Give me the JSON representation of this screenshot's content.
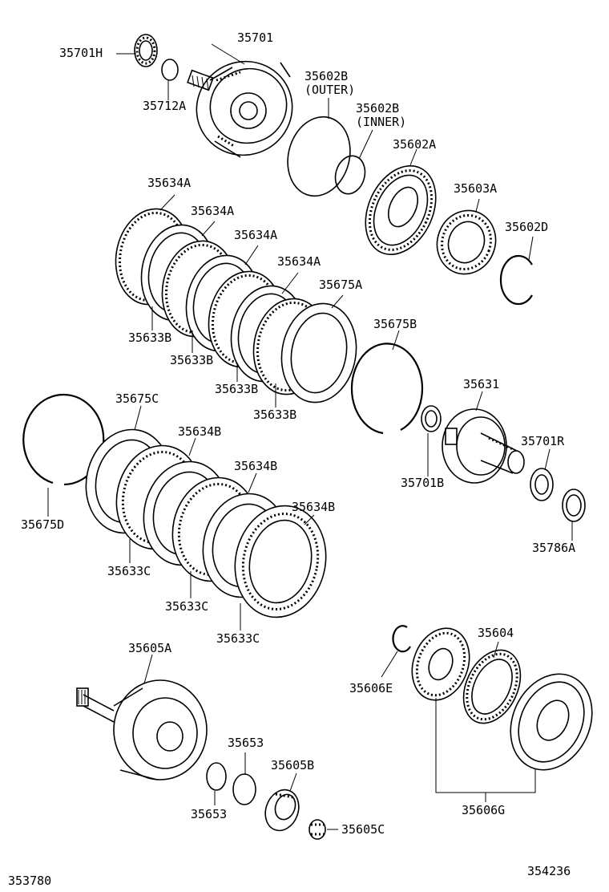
{
  "parts": [
    {
      "id": "35701H"
    },
    {
      "id": "35701"
    },
    {
      "id": "35712A"
    },
    {
      "id": "35602B",
      "note": "(OUTER)"
    },
    {
      "id": "35602B",
      "note": "(INNER)"
    },
    {
      "id": "35602A"
    },
    {
      "id": "35634A"
    },
    {
      "id": "35634A"
    },
    {
      "id": "35603A"
    },
    {
      "id": "35634A"
    },
    {
      "id": "35602D"
    },
    {
      "id": "35634A"
    },
    {
      "id": "35675A"
    },
    {
      "id": "35675B"
    },
    {
      "id": "35633B"
    },
    {
      "id": "35633B"
    },
    {
      "id": "35633B"
    },
    {
      "id": "35633B"
    },
    {
      "id": "35631"
    },
    {
      "id": "35675C"
    },
    {
      "id": "35634B"
    },
    {
      "id": "35701R"
    },
    {
      "id": "35701B"
    },
    {
      "id": "35634B"
    },
    {
      "id": "35634B"
    },
    {
      "id": "35675D"
    },
    {
      "id": "35786A"
    },
    {
      "id": "35633C"
    },
    {
      "id": "35633C"
    },
    {
      "id": "35633C"
    },
    {
      "id": "35604"
    },
    {
      "id": "35605A"
    },
    {
      "id": "35606E"
    },
    {
      "id": "35653"
    },
    {
      "id": "35605B"
    },
    {
      "id": "35653"
    },
    {
      "id": "35606G"
    },
    {
      "id": "35605C"
    }
  ],
  "footer": {
    "left_code": "353780",
    "right_code": "354236"
  }
}
